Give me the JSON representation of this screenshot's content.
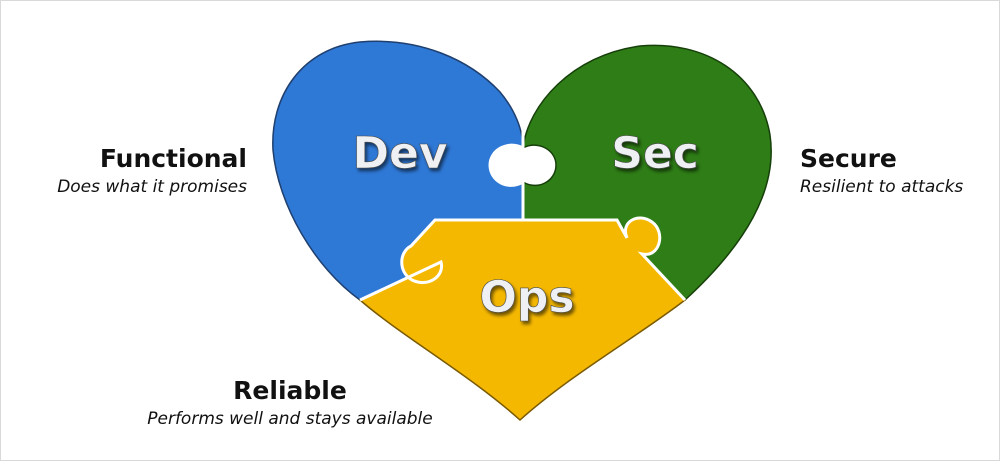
{
  "pieces": {
    "dev": {
      "label": "Dev",
      "color": "#2e78d6"
    },
    "sec": {
      "label": "Sec",
      "color": "#2e7d16"
    },
    "ops": {
      "label": "Ops",
      "color": "#f5b800"
    }
  },
  "labels": {
    "functional": {
      "heading": "Functional",
      "sub": "Does what it promises"
    },
    "secure": {
      "heading": "Secure",
      "sub": "Resilient to attacks"
    },
    "reliable": {
      "heading": "Reliable",
      "sub": "Performs well and stays available"
    }
  }
}
